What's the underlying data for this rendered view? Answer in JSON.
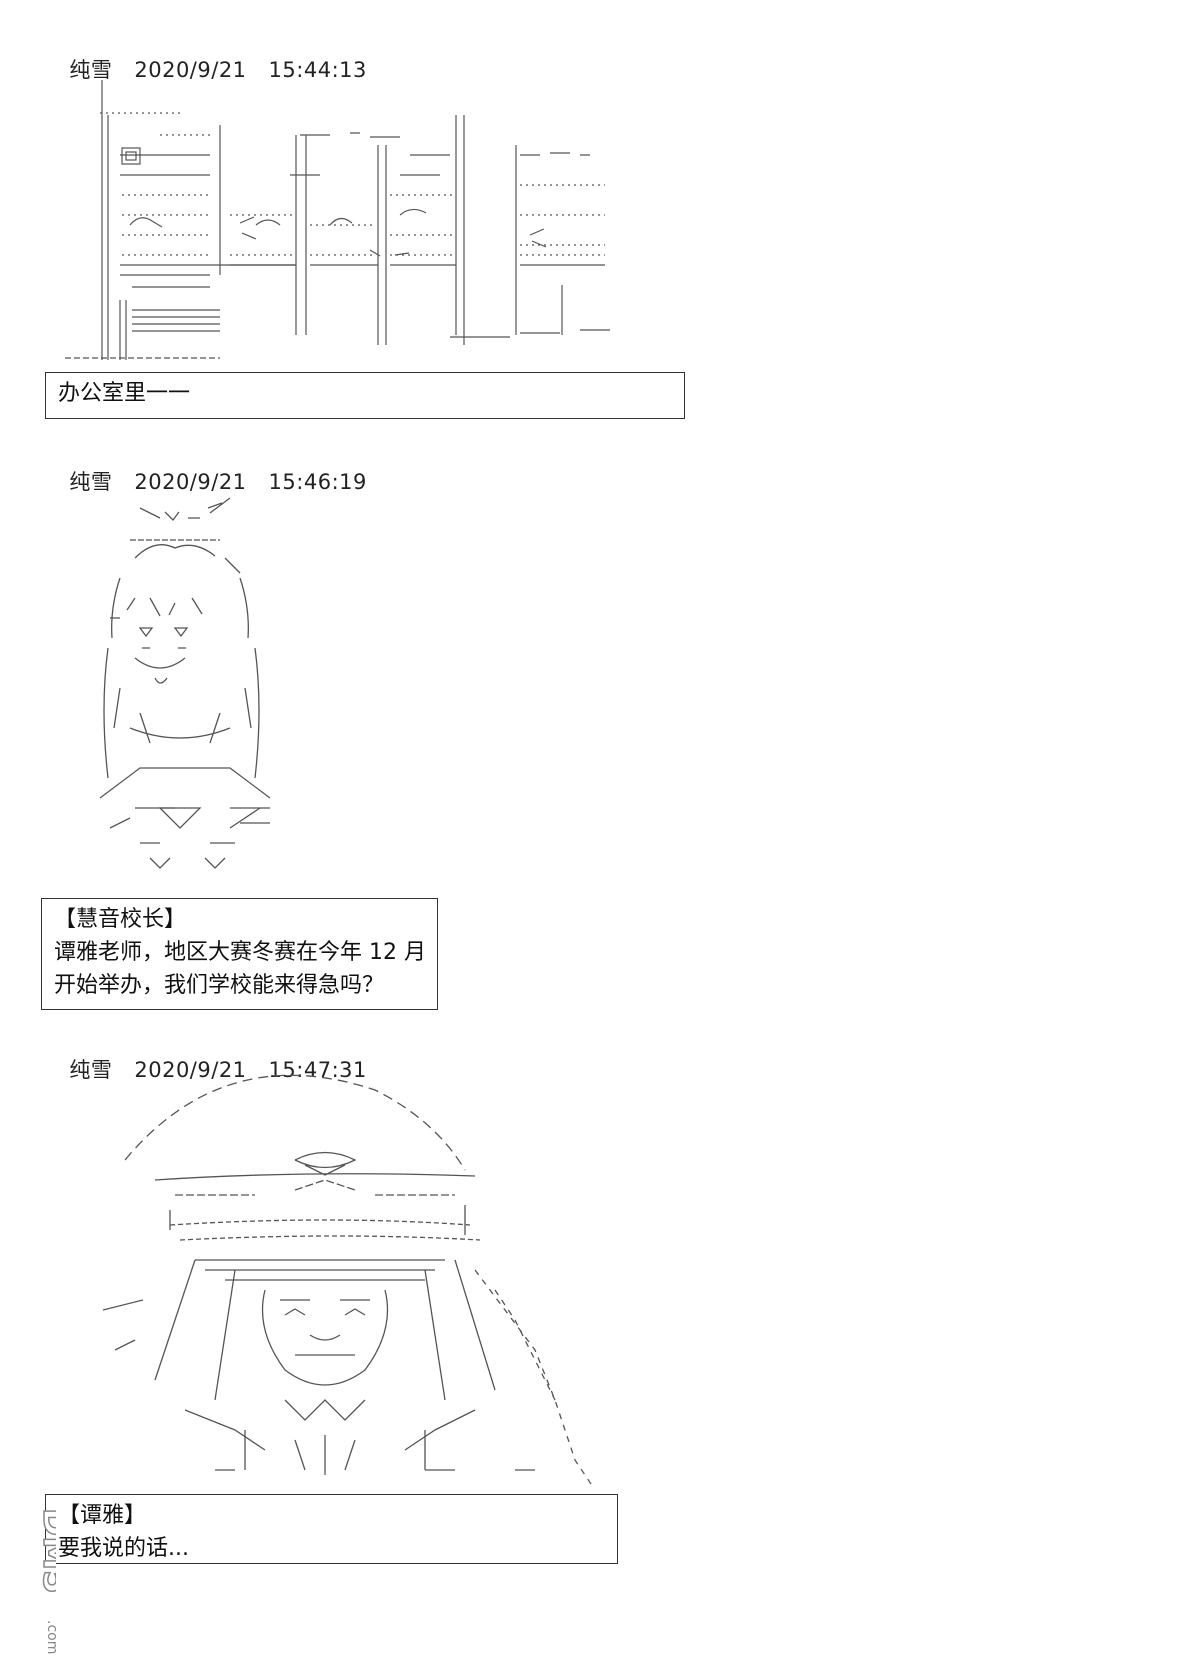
{
  "posts": [
    {
      "author": "纯雪",
      "date": "2020/9/21",
      "time": "15:44:13",
      "dialog": {
        "speaker": "",
        "lines": [
          "办公室里一一"
        ]
      }
    },
    {
      "author": "纯雪",
      "date": "2020/9/21",
      "time": "15:46:19",
      "dialog": {
        "speaker": "【慧音校长】",
        "lines": [
          "谭雅老师，地区大赛冬赛在今年 12 月",
          "开始举办，我们学校能来得急吗？"
        ]
      }
    },
    {
      "author": "纯雪",
      "date": "2020/9/21",
      "time": "15:47:31",
      "dialog": {
        "speaker": "【谭雅】",
        "lines": [
          "要我说的话..."
        ]
      }
    }
  ],
  "watermark": {
    "text": "DM5",
    "suffix": ".com"
  },
  "colors": {
    "art_stroke": "#555555",
    "border": "#333333"
  }
}
